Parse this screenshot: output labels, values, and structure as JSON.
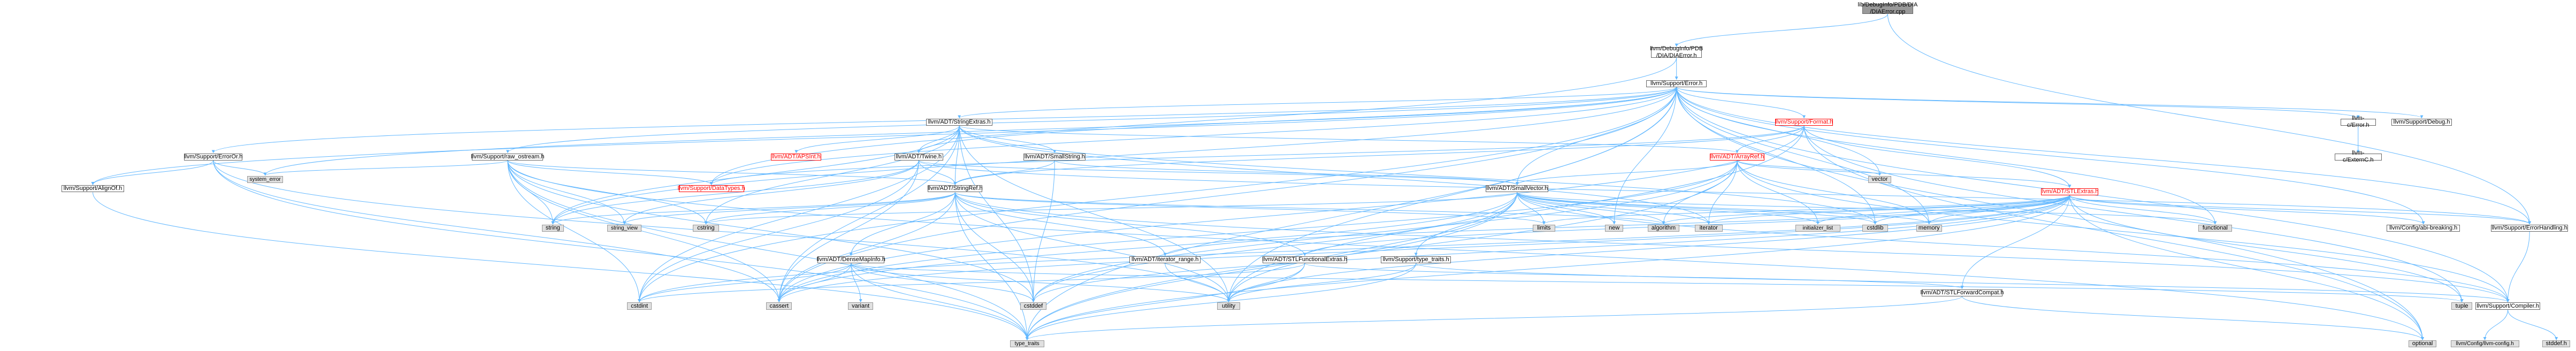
{
  "colors": {
    "edge": "#63b8ff",
    "node_border": "#666666",
    "root_fill": "#999999",
    "system_fill": "#e0e0e0",
    "cyclic_border": "#ff0000"
  },
  "nodes": [
    {
      "id": "root",
      "label": "lib/DebugInfo/PDB/DIA\n/DIAError.cpp",
      "kind": "root"
    },
    {
      "id": "diaerror",
      "label": "llvm/DebugInfo/PDB\n/DIA/DIAError.h",
      "kind": "header"
    },
    {
      "id": "error",
      "label": "llvm/Support/Error.h",
      "kind": "header"
    },
    {
      "id": "stringextras",
      "label": "llvm/ADT/StringExtras.h",
      "kind": "header"
    },
    {
      "id": "format",
      "label": "llvm/Support/Format.h",
      "kind": "cyclic"
    },
    {
      "id": "cerror",
      "label": "llvm-c/Error.h",
      "kind": "header"
    },
    {
      "id": "supdebug",
      "label": "llvm/Support/Debug.h",
      "kind": "header"
    },
    {
      "id": "errorortest",
      "label": "llvm/Support/ErrorOr.h",
      "kind": "header"
    },
    {
      "id": "apsint",
      "label": "llvm/ADT/APSInt.h",
      "kind": "cyclic"
    },
    {
      "id": "twine",
      "label": "llvm/ADT/Twine.h",
      "kind": "header"
    },
    {
      "id": "smallstring",
      "label": "llvm/ADT/SmallString.h",
      "kind": "header"
    },
    {
      "id": "arrayref",
      "label": "llvm/ADT/ArrayRef.h",
      "kind": "cyclic"
    },
    {
      "id": "rawostream",
      "label": "llvm/Support/raw_ostream.h",
      "kind": "header"
    },
    {
      "id": "cextc",
      "label": "llvm-c/ExternC.h",
      "kind": "header"
    },
    {
      "id": "sysmerror",
      "label": "system_error",
      "kind": "system"
    },
    {
      "id": "vector",
      "label": "vector",
      "kind": "system"
    },
    {
      "id": "stlextras",
      "label": "llvm/ADT/STLExtras.h",
      "kind": "cyclic"
    },
    {
      "id": "aligno",
      "label": "llvm/Support/AlignOf.h",
      "kind": "header"
    },
    {
      "id": "datatypes",
      "label": "llvm/Support/DataTypes.h",
      "kind": "cyclic"
    },
    {
      "id": "stringref",
      "label": "llvm/ADT/StringRef.h",
      "kind": "header"
    },
    {
      "id": "smallvector",
      "label": "llvm/ADT/SmallVector.h",
      "kind": "header"
    },
    {
      "id": "string",
      "label": "string",
      "kind": "system"
    },
    {
      "id": "stringview",
      "label": "string_view",
      "kind": "system"
    },
    {
      "id": "cstring",
      "label": "cstring",
      "kind": "system"
    },
    {
      "id": "limits",
      "label": "limits",
      "kind": "system"
    },
    {
      "id": "new",
      "label": "new",
      "kind": "system"
    },
    {
      "id": "algorithm",
      "label": "algorithm",
      "kind": "system"
    },
    {
      "id": "iterator",
      "label": "iterator",
      "kind": "system"
    },
    {
      "id": "initlist",
      "label": "initializer_list",
      "kind": "system"
    },
    {
      "id": "cstdlib",
      "label": "cstdlib",
      "kind": "system"
    },
    {
      "id": "memory",
      "label": "memory",
      "kind": "system"
    },
    {
      "id": "functional",
      "label": "functional",
      "kind": "system"
    },
    {
      "id": "abibreaking",
      "label": "llvm/Config/abi-breaking.h",
      "kind": "header"
    },
    {
      "id": "errhandling",
      "label": "llvm/Support/ErrorHandling.h",
      "kind": "header"
    },
    {
      "id": "densemapinfo",
      "label": "llvm/ADT/DenseMapInfo.h",
      "kind": "header"
    },
    {
      "id": "iterrange",
      "label": "llvm/ADT/iterator_range.h",
      "kind": "header"
    },
    {
      "id": "stlfunc",
      "label": "llvm/ADT/STLFunctionalExtras.h",
      "kind": "header"
    },
    {
      "id": "typetraits",
      "label": "llvm/Support/type_traits.h",
      "kind": "header"
    },
    {
      "id": "stlfwd",
      "label": "llvm/ADT/STLForwardCompat.h",
      "kind": "header"
    },
    {
      "id": "compiler",
      "label": "llvm/Support/Compiler.h",
      "kind": "header"
    },
    {
      "id": "cstdint",
      "label": "cstdint",
      "kind": "system"
    },
    {
      "id": "cassert",
      "label": "cassert",
      "kind": "system"
    },
    {
      "id": "variant",
      "label": "variant",
      "kind": "system"
    },
    {
      "id": "cstddef",
      "label": "cstddef",
      "kind": "system"
    },
    {
      "id": "utility",
      "label": "utility",
      "kind": "system"
    },
    {
      "id": "tuple",
      "label": "tuple",
      "kind": "system"
    },
    {
      "id": "type_traits",
      "label": "type_traits",
      "kind": "system"
    },
    {
      "id": "optional",
      "label": "optional",
      "kind": "system"
    },
    {
      "id": "llvmconfig",
      "label": "llvm/Config/llvm-config.h",
      "kind": "system"
    },
    {
      "id": "stddef",
      "label": "stddef.h",
      "kind": "system"
    }
  ],
  "edges": [
    [
      "root",
      "diaerror"
    ],
    [
      "root",
      "errhandling"
    ],
    [
      "diaerror",
      "error"
    ],
    [
      "diaerror",
      "datatypes"
    ],
    [
      "error",
      "cerror"
    ],
    [
      "error",
      "supdebug"
    ],
    [
      "error",
      "stringextras"
    ],
    [
      "error",
      "format"
    ],
    [
      "error",
      "errorortest"
    ],
    [
      "error",
      "aligno"
    ],
    [
      "error",
      "smallvector"
    ],
    [
      "error",
      "twine"
    ],
    [
      "error",
      "abibreaking"
    ],
    [
      "error",
      "errhandling"
    ],
    [
      "error",
      "compiler"
    ],
    [
      "error",
      "datatypes"
    ],
    [
      "error",
      "rawostream"
    ],
    [
      "error",
      "cassert"
    ],
    [
      "error",
      "cstdint"
    ],
    [
      "error",
      "cstdlib"
    ],
    [
      "error",
      "functional"
    ],
    [
      "error",
      "memory"
    ],
    [
      "error",
      "new"
    ],
    [
      "error",
      "optional"
    ],
    [
      "error",
      "string"
    ],
    [
      "error",
      "system_error_placeholder"
    ],
    [
      "error",
      "type_traits"
    ],
    [
      "error",
      "utility"
    ],
    [
      "error",
      "vector"
    ],
    [
      "error",
      "sysmerror"
    ],
    [
      "cerror",
      "cextc"
    ],
    [
      "stringextras",
      "apsint"
    ],
    [
      "stringextras",
      "arrayref"
    ],
    [
      "stringextras",
      "smallstring"
    ],
    [
      "stringextras",
      "stringref"
    ],
    [
      "stringextras",
      "twine"
    ],
    [
      "stringextras",
      "cassert"
    ],
    [
      "stringextras",
      "cstddef"
    ],
    [
      "stringextras",
      "cstdint"
    ],
    [
      "stringextras",
      "cstdlib"
    ],
    [
      "stringextras",
      "cstring"
    ],
    [
      "stringextras",
      "iterator"
    ],
    [
      "stringextras",
      "string"
    ],
    [
      "stringextras",
      "utility"
    ],
    [
      "format",
      "arrayref"
    ],
    [
      "format",
      "stlextras"
    ],
    [
      "format",
      "stringref"
    ],
    [
      "format",
      "cassert"
    ],
    [
      "format",
      "cstdio_placeholder"
    ],
    [
      "format",
      "optional"
    ],
    [
      "format",
      "tuple"
    ],
    [
      "format",
      "utility"
    ],
    [
      "format",
      "datatypes"
    ],
    [
      "errorortest",
      "aligno"
    ],
    [
      "errorortest",
      "cassert"
    ],
    [
      "errorortest",
      "sysmerror"
    ],
    [
      "errorortest",
      "type_traits"
    ],
    [
      "errorortest",
      "utility"
    ],
    [
      "twine",
      "smallvector"
    ],
    [
      "twine",
      "stringref"
    ],
    [
      "twine",
      "errhandling"
    ],
    [
      "twine",
      "cassert"
    ],
    [
      "twine",
      "cstdint"
    ],
    [
      "twine",
      "string"
    ],
    [
      "twine",
      "stringview"
    ],
    [
      "smallstring",
      "smallvector"
    ],
    [
      "smallstring",
      "stringref"
    ],
    [
      "smallstring",
      "cstddef"
    ],
    [
      "arrayref",
      "smallvector"
    ],
    [
      "arrayref",
      "stlextras"
    ],
    [
      "arrayref",
      "compiler"
    ],
    [
      "arrayref",
      "algorithm"
    ],
    [
      "arrayref",
      "array_placeholder"
    ],
    [
      "arrayref",
      "cassert"
    ],
    [
      "arrayref",
      "cstddef"
    ],
    [
      "arrayref",
      "initlist"
    ],
    [
      "arrayref",
      "iterator"
    ],
    [
      "arrayref",
      "memory"
    ],
    [
      "arrayref",
      "type_traits"
    ],
    [
      "arrayref",
      "vector"
    ],
    [
      "rawostream",
      "stringref"
    ],
    [
      "rawostream",
      "datatypes"
    ],
    [
      "rawostream",
      "cassert"
    ],
    [
      "rawostream",
      "cstddef"
    ],
    [
      "rawostream",
      "cstdint"
    ],
    [
      "rawostream",
      "cstring"
    ],
    [
      "rawostream",
      "optional"
    ],
    [
      "rawostream",
      "string"
    ],
    [
      "rawostream",
      "stringview"
    ],
    [
      "rawostream",
      "sysmerror"
    ],
    [
      "rawostream",
      "type_traits"
    ],
    [
      "stlextras",
      "stlfunc"
    ],
    [
      "stlextras",
      "stlfwd"
    ],
    [
      "stlextras",
      "iterrange"
    ],
    [
      "stlextras",
      "abibreaking"
    ],
    [
      "stlextras",
      "errhandling"
    ],
    [
      "stlextras",
      "algorithm"
    ],
    [
      "stlextras",
      "cassert"
    ],
    [
      "stlextras",
      "cstddef"
    ],
    [
      "stlextras",
      "cstdint"
    ],
    [
      "stlextras",
      "cstdlib"
    ],
    [
      "stlextras",
      "functional"
    ],
    [
      "stlextras",
      "initlist"
    ],
    [
      "stlextras",
      "iterator"
    ],
    [
      "stlextras",
      "limits"
    ],
    [
      "stlextras",
      "memory"
    ],
    [
      "stlextras",
      "optional"
    ],
    [
      "stlextras",
      "tuple"
    ],
    [
      "stlextras",
      "type_traits"
    ],
    [
      "stlextras",
      "utility"
    ],
    [
      "aligno",
      "type_traits"
    ],
    [
      "stringref",
      "densemapinfo"
    ],
    [
      "stringref",
      "stlfunc"
    ],
    [
      "stringref",
      "iterrange"
    ],
    [
      "stringref",
      "compiler"
    ],
    [
      "stringref",
      "algorithm"
    ],
    [
      "stringref",
      "cassert"
    ],
    [
      "stringref",
      "cstddef"
    ],
    [
      "stringref",
      "cstring"
    ],
    [
      "stringref",
      "limits"
    ],
    [
      "stringref",
      "string"
    ],
    [
      "stringref",
      "stringview"
    ],
    [
      "stringref",
      "type_traits"
    ],
    [
      "stringref",
      "utility"
    ],
    [
      "smallvector",
      "compiler"
    ],
    [
      "smallvector",
      "typetraits"
    ],
    [
      "smallvector",
      "algorithm"
    ],
    [
      "smallvector",
      "cassert"
    ],
    [
      "smallvector",
      "cstddef"
    ],
    [
      "smallvector",
      "cstdlib"
    ],
    [
      "smallvector",
      "cstring"
    ],
    [
      "smallvector",
      "functional"
    ],
    [
      "smallvector",
      "initlist"
    ],
    [
      "smallvector",
      "iterator"
    ],
    [
      "smallvector",
      "limits"
    ],
    [
      "smallvector",
      "memory"
    ],
    [
      "smallvector",
      "new"
    ],
    [
      "smallvector",
      "type_traits"
    ],
    [
      "smallvector",
      "utility"
    ],
    [
      "densemapinfo",
      "cassert"
    ],
    [
      "densemapinfo",
      "cstddef"
    ],
    [
      "densemapinfo",
      "cstdint"
    ],
    [
      "densemapinfo",
      "tuple"
    ],
    [
      "densemapinfo",
      "type_traits"
    ],
    [
      "densemapinfo",
      "utility"
    ],
    [
      "densemapinfo",
      "variant"
    ],
    [
      "iterrange",
      "utility"
    ],
    [
      "stlfunc",
      "stlfwd"
    ],
    [
      "stlfunc",
      "cstdint"
    ],
    [
      "stlfunc",
      "type_traits"
    ],
    [
      "stlfunc",
      "utility"
    ],
    [
      "typetraits",
      "compiler"
    ],
    [
      "typetraits",
      "type_traits"
    ],
    [
      "typetraits",
      "utility"
    ],
    [
      "stlfwd",
      "optional"
    ],
    [
      "stlfwd",
      "type_traits"
    ],
    [
      "errhandling",
      "compiler"
    ],
    [
      "compiler",
      "llvmconfig"
    ],
    [
      "compiler",
      "stddef"
    ]
  ]
}
